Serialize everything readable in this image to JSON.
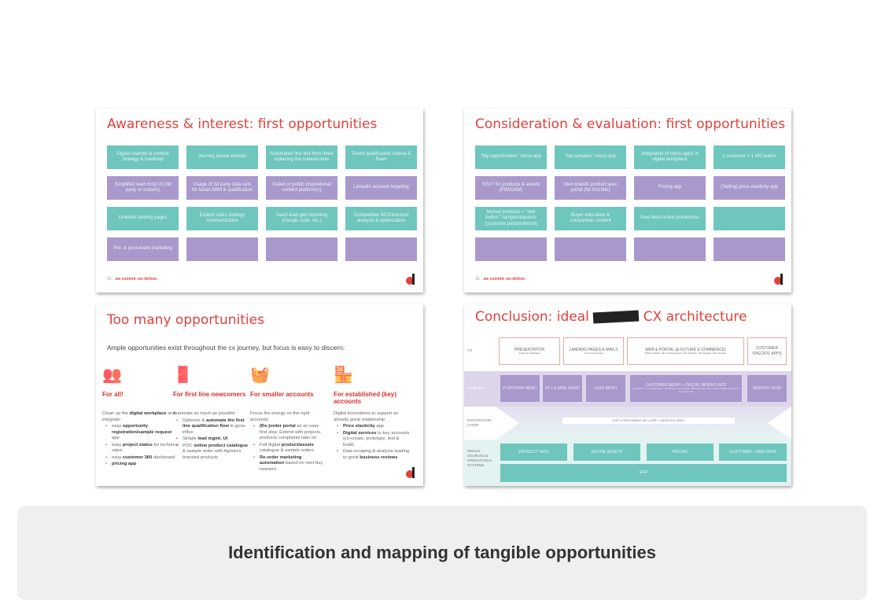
{
  "slide1": {
    "title": "Awareness & interest: first opportunities",
    "footer": "we commit. we deliver.",
    "page": "15",
    "boxes": [
      {
        "text": "Digital channel & content strategy & roadmap",
        "color": "teal"
      },
      {
        "text": "Journey based website",
        "color": "teal"
      },
      {
        "text": "Automated first line form flows replacing the manual ones",
        "color": "teal"
      },
      {
        "text": "Tiered qualification criteria & flows",
        "color": "teal"
      },
      {
        "text": "Simplified lead mngt UI (3d party or custom)",
        "color": "purple"
      },
      {
        "text": "Usage of 3d party data sets for faster ABM & qualification",
        "color": "purple"
      },
      {
        "text": "Gated or public inspirational content platform(s)",
        "color": "purple"
      },
      {
        "text": "LinkedIn account targeting",
        "color": "purple"
      },
      {
        "text": "LinkedIn landing pages",
        "color": "teal"
      },
      {
        "text": "Explicit sales strategy communication",
        "color": "teal"
      },
      {
        "text": "SaaS-lead gen reporting (Google suite, etc.)",
        "color": "teal"
      },
      {
        "text": "Competitive SEO/inbound analysis & optimization",
        "color": "teal"
      },
      {
        "text": "Pre- & post-event marketing",
        "color": "purple"
      },
      {
        "text": "",
        "color": "purple"
      },
      {
        "text": "",
        "color": "purple"
      },
      {
        "text": "",
        "color": "purple"
      }
    ]
  },
  "slide2": {
    "title": "Consideration & evaluation: first opportunities",
    "footer": "we commit. we deliver.",
    "page": "16",
    "boxes": [
      {
        "text": "\"My-opportunities\" micro-app",
        "color": "teal"
      },
      {
        "text": "\"My-samples\" micro-app",
        "color": "teal"
      },
      {
        "text": "Integration of micro-apps in digital workplace",
        "color": "teal"
      },
      {
        "text": "1 customer = 1 MS teams",
        "color": "teal"
      },
      {
        "text": "SSoT for products & assets (PIM/DAM)",
        "color": "purple"
      },
      {
        "text": "Own brands product spec portal (for first line)",
        "color": "purple"
      },
      {
        "text": "Pricing app",
        "color": "purple"
      },
      {
        "text": "(Selling) price elasticity app",
        "color": "purple"
      },
      {
        "text": "My/our products + \"one button\" sample/requests (customer portal/internal)",
        "color": "teal"
      },
      {
        "text": "Buyer education & comparison content",
        "color": "teal"
      },
      {
        "text": "Next Best Action predictions",
        "color": "teal"
      },
      {
        "text": "",
        "color": "teal"
      },
      {
        "text": "",
        "color": "purple"
      },
      {
        "text": "",
        "color": "purple"
      },
      {
        "text": "",
        "color": "purple"
      },
      {
        "text": "",
        "color": "purple"
      }
    ]
  },
  "slide3": {
    "title": "Too many opportunities",
    "lead": "Ample opportunities exist throughout the cx journey, but focus is easy to discern:",
    "columns": [
      {
        "icon": "people-icon",
        "heading": "For all!",
        "intro_a": "Clean up the ",
        "intro_b": "digital workplace",
        "intro_c": " and integrate:",
        "items": [
          [
            "easy ",
            "opportunity registration/sample request",
            " app"
          ],
          [
            "easy ",
            "project status",
            " for technical sales"
          ],
          [
            "easy ",
            "customer 360",
            " dashboard"
          ],
          [
            "",
            "pricing app",
            ""
          ]
        ]
      },
      {
        "icon": "door-icon",
        "heading": "For first line newcomers",
        "intro_a": "Automate as much as possible",
        "intro_b": "",
        "intro_c": "",
        "items": [
          [
            "Optimize & ",
            "automate the first line qualification flow",
            " to grow influx"
          ],
          [
            "Simple ",
            "lead mgmt. UI",
            ""
          ],
          [
            "POC ",
            "online product catalogue",
            " & sample order with Agristo's branded products"
          ]
        ]
      },
      {
        "icon": "basket-icon",
        "heading": "For smaller accounts",
        "intro_a": "Focus the energy on the right accounts",
        "intro_b": "",
        "intro_c": "",
        "items": [
          [
            "",
            "(Re-)order portal",
            " as an easy first step. Extend with projects, products complaints later on"
          ],
          [
            "Full digital ",
            "product/assets",
            " catalogue & sample orders"
          ],
          [
            "",
            "Re-order marketing automation",
            " based on next buy moment"
          ]
        ]
      },
      {
        "icon": "store-icon",
        "heading": "For established (key) accounts",
        "intro_a": "Digital innovations to support an already great relationship",
        "intro_b": "",
        "intro_c": "",
        "items": [
          [
            "",
            "Price elasticity",
            " app"
          ],
          [
            "",
            "Digital services",
            " to key accounts (co-create, prototype, test & build)"
          ],
          [
            "Data scraping & analysis leading to great ",
            "business reviews",
            ""
          ]
        ]
      }
    ]
  },
  "slide4": {
    "title_a": "Conclusion: ideal",
    "title_b": "CX architecture",
    "labels": {
      "cx": "CX",
      "mgmt": "CX MGMT",
      "integration": "INTEGRATION LAYER",
      "sources": "SINGLE SOURCES & OPERATIONAL SYSTEMS"
    },
    "cx": [
      {
        "t": "PRESENTATION",
        "s": "audience advantage"
      },
      {
        "t": "LANDING PAGES E-MAILS",
        "s": "for new customers"
      },
      {
        "t": "WEB & PORTAL (& FUTURE E-COMMERCE)",
        "s": "Public website ▪ My orders/projects ▪ My products ▪ My samples ▪ My requests"
      },
      {
        "t": "CUSTOMER SPECIFIC APPS",
        "s": ""
      }
    ],
    "mgmt": [
      {
        "t": "PLATFORM MGMT",
        "s": ""
      },
      {
        "t": "LP + E-MAIL MGMT",
        "s": ""
      },
      {
        "t": "LEAD MGMT",
        "s": ""
      },
      {
        "t": "CUSTOMER MGMT + DIGITAL WORKPLACE",
        "s": "1 customer = 1 central place ▪ Workflows ▪ Documents ▪ 360 customer view ▪ Opportunities ▪ Projects ▪ Teams & chat"
      },
      {
        "t": "SERVICE DESK",
        "s": ""
      }
    ],
    "integration": "FAST & PERFORMANT API LAYER + USER/ROLE MGMT",
    "sources": [
      "PRODUCT INFO",
      "DIGITAL ASSETS",
      "PRICING",
      "CUSTOMER + DMU DATA"
    ],
    "erp": "ERP"
  },
  "caption": "Identification and mapping of tangible opportunities",
  "colors": {
    "accent": "#e0413c",
    "teal": "#6fc6bd",
    "purple": "#a998cc"
  }
}
